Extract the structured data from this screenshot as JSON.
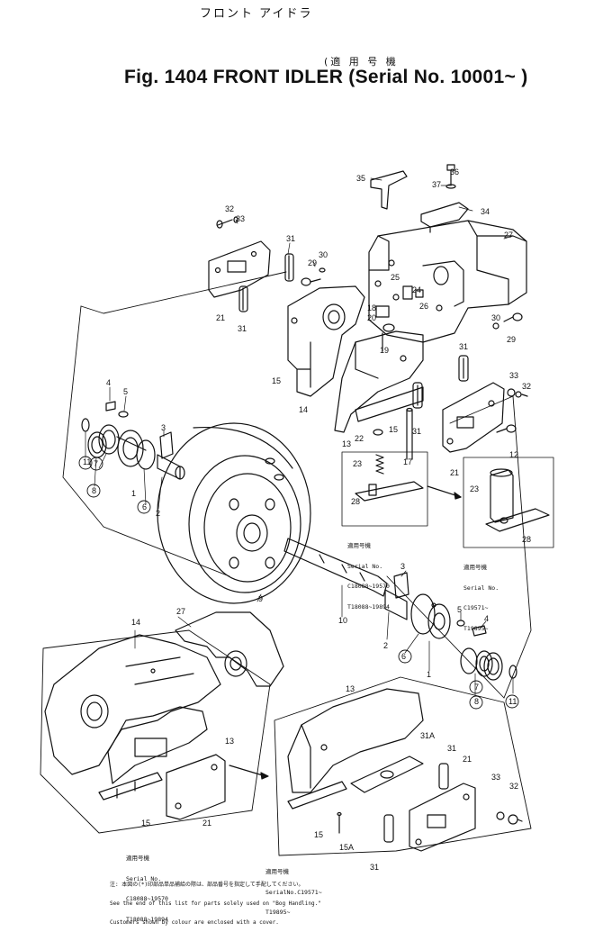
{
  "header": {
    "title_jp": "フロント アイドラ",
    "title_jp_applicable": "(適 用 号 機",
    "figure_title": "Fig. 1404 FRONT IDLER (Serial No. 10001~     )"
  },
  "callouts": {
    "c1": "1",
    "c2": "2",
    "c3": "3",
    "c4": "4",
    "c5": "5",
    "c6": "6",
    "c7": "7",
    "c8": "8",
    "c9": "9",
    "c10": "10",
    "c11": "11",
    "c12": "12",
    "c13": "13",
    "c14": "14",
    "c15": "15",
    "c15a": "15A",
    "c17": "17",
    "c18": "18",
    "c19": "19",
    "c20": "20",
    "c21": "21",
    "c22": "22",
    "c23": "23",
    "c24": "24",
    "c25": "25",
    "c26": "26",
    "c27": "27",
    "c28": "28",
    "c29": "29",
    "c30": "30",
    "c31": "31",
    "c31a": "31A",
    "c32": "32",
    "c33": "33",
    "c34": "34",
    "c35": "35",
    "c36": "36",
    "c37": "37"
  },
  "notes": {
    "serial_a_jp": "適用号機",
    "serial_a_label": "Serial No.",
    "serial_a_line1": "C18088~19570",
    "serial_a_line2": "T18088~19894",
    "serial_b_jp": "適用号機",
    "serial_b_label": "Serial No.",
    "serial_b_line1": "C19571~",
    "serial_b_line2": "T19895~",
    "bottom_left_jp": "適用号機",
    "bottom_left_label": "Serial No.",
    "bottom_left_line1": "C18088~19570",
    "bottom_left_line2": "T18088~19894",
    "bottom_right_jp": "適用号機",
    "bottom_right_label": "SerialNo.C19571~",
    "bottom_right_line2": "T19895~"
  },
  "footnote": {
    "line1": "注: 本図の(*)印部品単品補給の際は、部品番号を指定して手配してください。",
    "line2": "See the end of this list for parts solely used on \"Bog Handling.\"",
    "line3": "Customers shown by colour are enclosed with a cover."
  }
}
